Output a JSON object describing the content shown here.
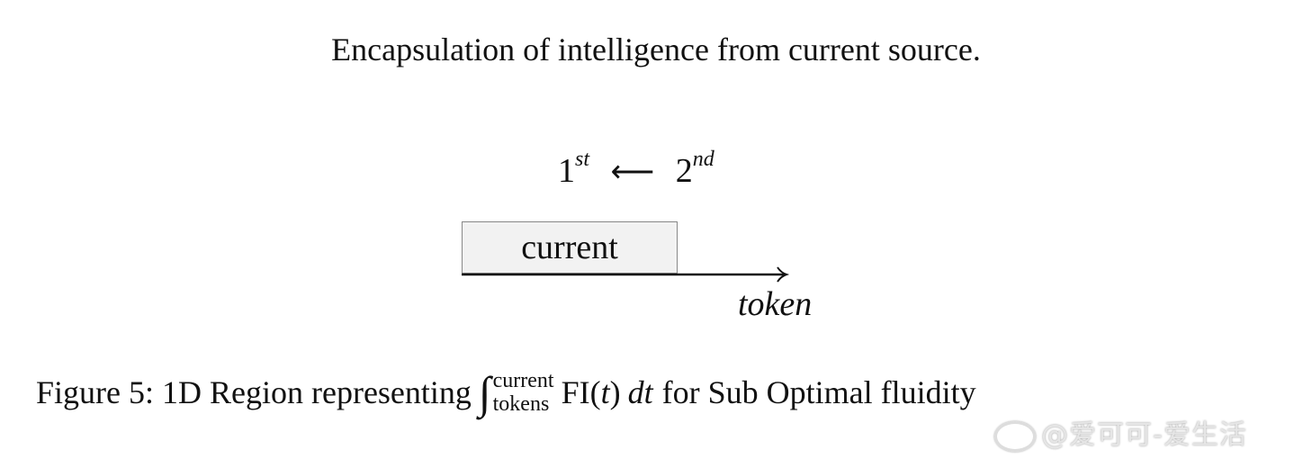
{
  "title": "Encapsulation of intelligence from current source.",
  "diagram": {
    "order": {
      "first_base": "1",
      "first_sup": "st",
      "arrow": "⟵",
      "second_base": "2",
      "second_sup": "nd"
    },
    "region_label": "current",
    "axis_label": "token"
  },
  "caption": {
    "prefix": "Figure 5: 1D Region representing",
    "integral_sign": "∫",
    "upper_limit": "current",
    "lower_limit": "tokens",
    "integrand": "FI(",
    "variable": "t",
    "integrand_close": ")",
    "differential": "dt",
    "suffix": "for Sub Optimal fluidity"
  },
  "watermark": "@爱可可-爱生活"
}
